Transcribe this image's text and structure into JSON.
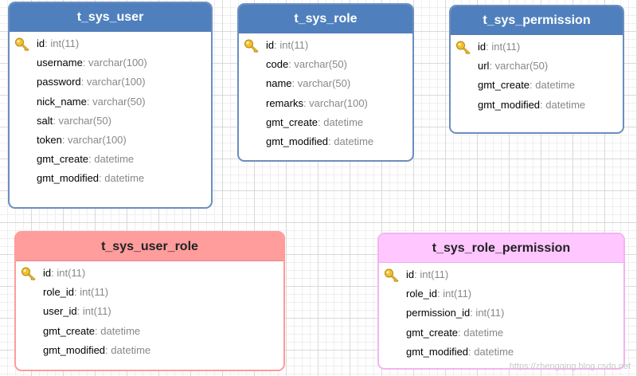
{
  "colors": {
    "blue_header": "#4f80bd",
    "blue_border": "#6c8ebf",
    "red_header": "#ff9c9c",
    "pink_header": "#ffc6ff",
    "type_text": "#888888",
    "key_icon": "#f0c030"
  },
  "tables": [
    {
      "name": "t_sys_user",
      "fields": [
        {
          "name": "id",
          "type": ": int(11)",
          "key": true
        },
        {
          "name": "username",
          "type": ": varchar(100)"
        },
        {
          "name": "password",
          "type": ": varchar(100)"
        },
        {
          "name": "nick_name",
          "type": ": varchar(50)"
        },
        {
          "name": "salt",
          "type": ": varchar(50)"
        },
        {
          "name": "token",
          "type": ": varchar(100)"
        },
        {
          "name": "gmt_create",
          "type": ": datetime"
        },
        {
          "name": "gmt_modified",
          "type": ": datetime"
        }
      ]
    },
    {
      "name": "t_sys_role",
      "fields": [
        {
          "name": "id",
          "type": ": int(11)",
          "key": true
        },
        {
          "name": "code",
          "type": ": varchar(50)"
        },
        {
          "name": "name",
          "type": ": varchar(50)"
        },
        {
          "name": "remarks",
          "type": ": varchar(100)"
        },
        {
          "name": "gmt_create",
          "type": ": datetime"
        },
        {
          "name": "gmt_modified",
          "type": ": datetime"
        }
      ]
    },
    {
      "name": "t_sys_permission",
      "fields": [
        {
          "name": "id",
          "type": ": int(11)",
          "key": true
        },
        {
          "name": "url",
          "type": ": varchar(50)"
        },
        {
          "name": "gmt_create",
          "type": ": datetime"
        },
        {
          "name": "gmt_modified",
          "type": ": datetime"
        }
      ]
    },
    {
      "name": "t_sys_user_role",
      "fields": [
        {
          "name": "id",
          "type": ": int(11)",
          "key": true
        },
        {
          "name": "role_id",
          "type": ": int(11)"
        },
        {
          "name": "user_id",
          "type": ": int(11)"
        },
        {
          "name": "gmt_create",
          "type": ": datetime"
        },
        {
          "name": "gmt_modified",
          "type": ": datetime"
        }
      ]
    },
    {
      "name": "t_sys_role_permission",
      "fields": [
        {
          "name": "id",
          "type": ": int(11)",
          "key": true
        },
        {
          "name": "role_id",
          "type": ": int(11)"
        },
        {
          "name": "permission_id",
          "type": ": int(11)"
        },
        {
          "name": "gmt_create",
          "type": ": datetime"
        },
        {
          "name": "gmt_modified",
          "type": ": datetime"
        }
      ]
    }
  ],
  "watermark": "https://zhengqing.blog.csdn.net"
}
